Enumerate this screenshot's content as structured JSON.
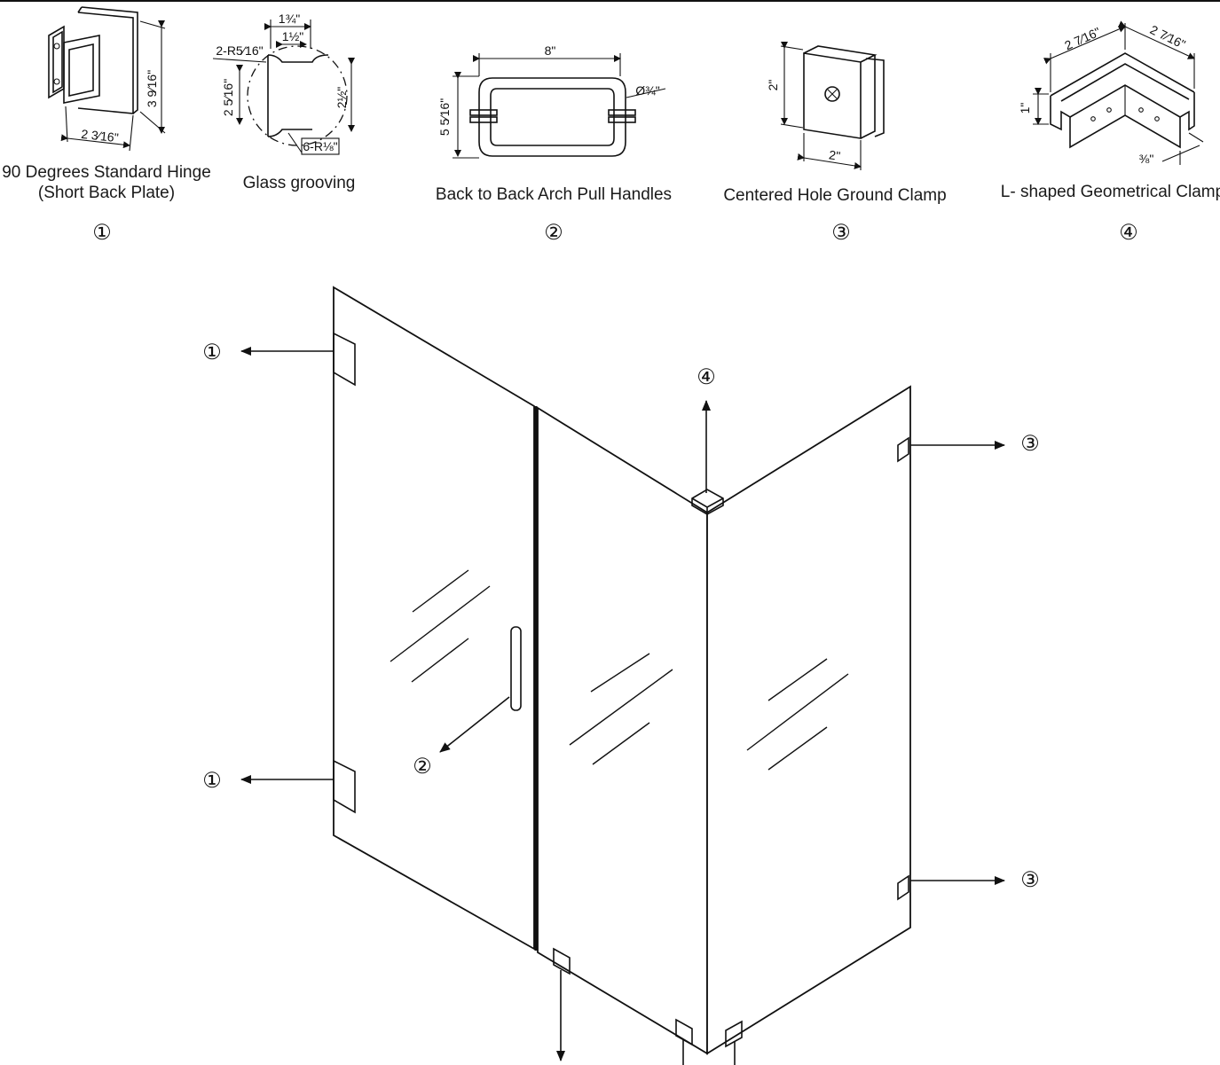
{
  "components": [
    {
      "number": "①",
      "name_line1": "90 Degrees Standard Hinge",
      "name_line2": "(Short Back Plate)",
      "dims": [
        "3 9⁄16\"",
        "2 3⁄16\""
      ]
    },
    {
      "number": "",
      "name_line1": "Glass grooving",
      "dims": [
        "1¾\"",
        "1½\"",
        "2-R5⁄16\"",
        "2 5⁄16\"",
        "2½\"",
        "6-R⅛\""
      ]
    },
    {
      "number": "②",
      "name_line1": "Back to Back Arch Pull Handles",
      "dims": [
        "8\"",
        "5 5⁄16\"",
        "Ø¾\""
      ]
    },
    {
      "number": "③",
      "name_line1": "Centered Hole Ground Clamp",
      "dims": [
        "2\"",
        "2\""
      ]
    },
    {
      "number": "④",
      "name_line1": "L- shaped Geometrical Clamp",
      "dims": [
        "2 7⁄16\"",
        "2 7⁄16\"",
        "1\"",
        "⅜\""
      ]
    }
  ],
  "callouts": {
    "hinge_top": "①",
    "hinge_bottom": "①",
    "handle": "②",
    "clamp_top": "③",
    "clamp_bottom": "③",
    "corner_clamp": "④"
  },
  "colors": {
    "line": "#111111",
    "background": "#ffffff"
  }
}
